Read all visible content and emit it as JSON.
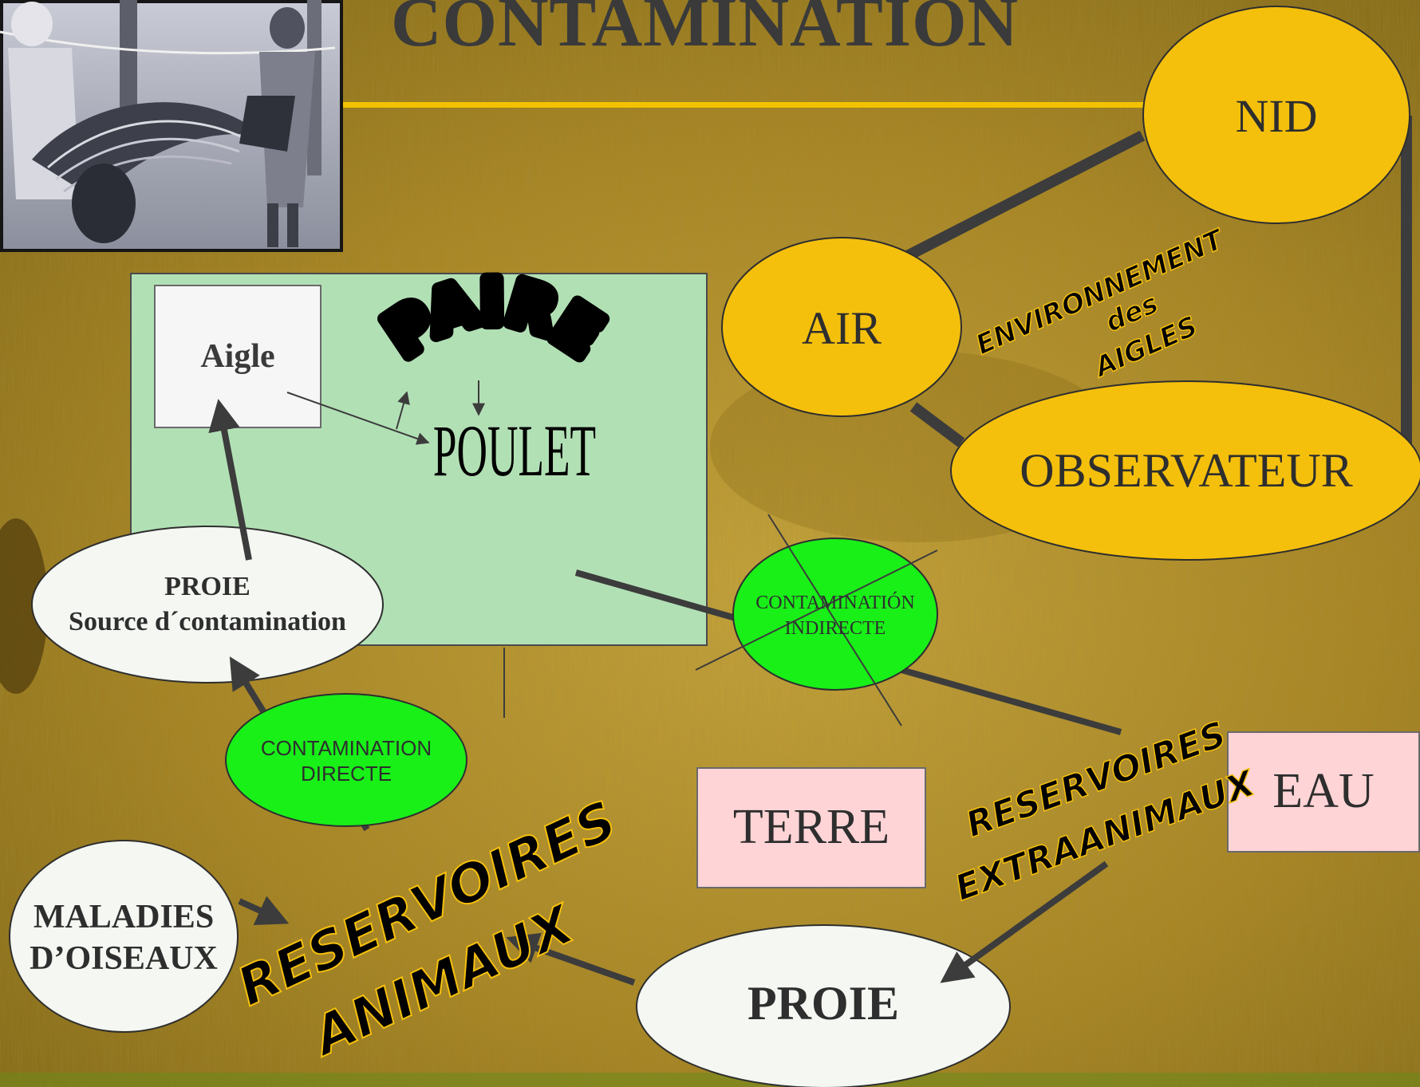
{
  "title": "CONTAMINATION",
  "colors": {
    "background": "#a8841c",
    "accent_line": "#f2c200",
    "ellipse_yellow": "#f5c00c",
    "ellipse_green": "#18f018",
    "ellipse_white": "#f4f7f2",
    "box_green": "#b2e0b5",
    "box_pink": "#ffd4d6",
    "connector": "#3c3c3c"
  },
  "photo": {
    "icon": "eagle-photo"
  },
  "paire_box": {
    "aigle_label": "Aigle",
    "paire_label": "PAIRE",
    "poulet_label": "POULET"
  },
  "nodes": {
    "nid": "NID",
    "air": "AIR",
    "observateur": "OBSERVATEUR",
    "environnement_line1": "ENVIRONNEMENT",
    "environnement_line2": "des",
    "environnement_line3": "AIGLES",
    "contamination_indirecte_line1": "CONTAMINATIÓN",
    "contamination_indirecte_line2": "INDIRECTE",
    "proie_source_line1": "PROIE",
    "proie_source_line2": "Source d´contamination",
    "contamination_directe_line1": "CONTAMINATION",
    "contamination_directe_line2": "DIRECTE",
    "maladies_line1": "MALADIES",
    "maladies_line2": "D’OISEAUX",
    "reservoires_animaux_line1": "RESERVOIRES",
    "reservoires_animaux_line2": "ANIMAUX",
    "terre": "TERRE",
    "eau": "EAU",
    "reservoires_extra_line1": "RESERVOIRES",
    "reservoires_extra_line2": "EXTRAANIMAUX",
    "proie": "PROIE"
  }
}
